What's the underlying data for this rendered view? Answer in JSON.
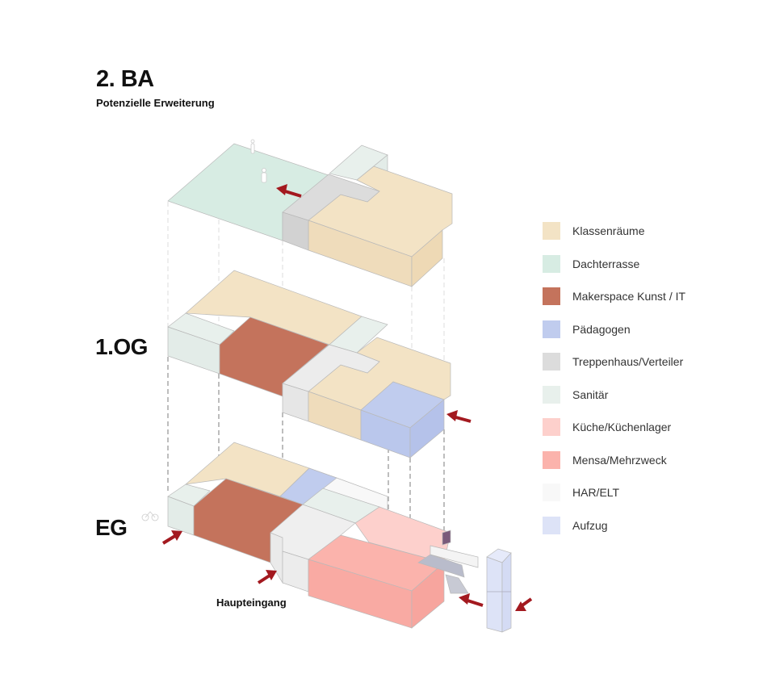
{
  "header": {
    "title": "2. BA",
    "subtitle": "Potenzielle Erweiterung"
  },
  "levels": {
    "first_floor": "1.OG",
    "ground_floor": "EG"
  },
  "annotations": {
    "main_entrance": "Haupteingang"
  },
  "legend": [
    {
      "label": "Klassenräume",
      "color": "#f3e3c5"
    },
    {
      "label": "Dachterrasse",
      "color": "#d7ece3"
    },
    {
      "label": "Makerspace Kunst / IT",
      "color": "#c4735c"
    },
    {
      "label": "Pädagogen",
      "color": "#c0ccee"
    },
    {
      "label": "Treppenhaus/Verteiler",
      "color": "#dcdcdc"
    },
    {
      "label": "Sanitär",
      "color": "#e8f0ec"
    },
    {
      "label": "Küche/Küchenlager",
      "color": "#fdd0cc"
    },
    {
      "label": "Mensa/Mehrzweck",
      "color": "#fbb3ac"
    },
    {
      "label": "HAR/ELT",
      "color": "#f8f8f8"
    },
    {
      "label": "Aufzug",
      "color": "#dde3f7"
    }
  ],
  "colors": {
    "arrow": "#a3191f"
  }
}
